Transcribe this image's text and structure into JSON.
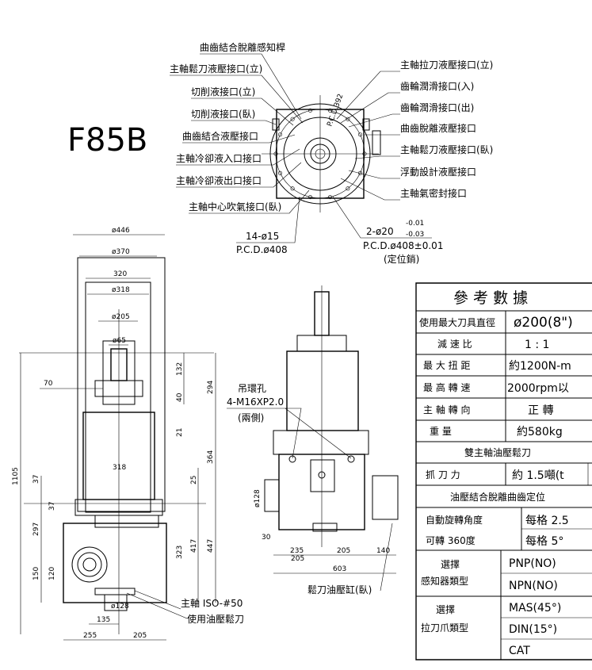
{
  "title": "F85B",
  "top_callouts_left": [
    "曲齒結合脫離感知桿",
    "主軸鬆刀液壓接口(立)",
    "切削液接口(立)",
    "切削液接口(臥)",
    "曲齒結合液壓接口",
    "主軸冷卻液入口接口",
    "主軸冷卻液出口接口",
    "主軸中心吹氣接口(臥)"
  ],
  "top_callouts_right": [
    "主軸拉刀液壓接口(立)",
    "齒輪潤滑接口(入)",
    "齒輪潤滑接口(出)",
    "曲齒脫離液壓接口",
    "主軸鬆刀液壓接口(臥)",
    "浮動設計液壓接口",
    "主軸氣密封接口"
  ],
  "pcd_rot": "P.C.D.392",
  "bolt_left": {
    "line1": "14-ø15",
    "line2": "P.C.D.ø408"
  },
  "bolt_right": {
    "line1": "2-ø20",
    "tol_upper": "-0.01",
    "tol_lower": "-0.03",
    "line2": "P.C.D.ø408±0.01",
    "line3": "(定位銷)"
  },
  "left_view_dims": {
    "top": [
      "ø446",
      "ø370",
      "320",
      "ø318",
      "ø205",
      "ø65"
    ],
    "vertical_right": [
      "132",
      "294",
      "40",
      "21",
      "364",
      "25",
      "417",
      "447",
      "323"
    ],
    "vertical_left": [
      "1105",
      "37",
      "37",
      "297",
      "150",
      "120"
    ],
    "misc": [
      "70",
      "318",
      "ø128",
      "135",
      "255",
      "205"
    ]
  },
  "left_view_notes": [
    "主軸 ISO-#50",
    "使用油壓鬆刀"
  ],
  "mid_view": {
    "hoist_label": "吊環孔",
    "hoist_spec": "4-M16XP2.0",
    "hoist_note": "(兩側)",
    "dims": [
      "ø128",
      "30",
      "235",
      "205",
      "205",
      "140",
      "603"
    ],
    "bottom_label": "鬆刀油壓缸(臥)"
  },
  "table": {
    "header": "參 考 數 據",
    "rows": [
      {
        "label": "使用最大刀具直徑",
        "value": "ø200(8\")"
      },
      {
        "label": "減 速 比",
        "value": "1 : 1"
      },
      {
        "label": "最 大 扭 距",
        "value": "約1200N-m"
      },
      {
        "label": "最 高 轉 速",
        "value": "2000rpm以"
      },
      {
        "label": "主 軸 轉 向",
        "value": "正 轉"
      },
      {
        "label": "重 量",
        "value": "約580kg"
      }
    ],
    "section1": "雙主軸油壓鬆刀",
    "grip_label": "抓 刀 力",
    "grip_value": "約 1.5噸(t",
    "section2": "油壓結合脫離曲齒定位",
    "auto_label1": "自動旋轉角度",
    "auto_label2": "可轉 360度",
    "auto_v1": "每格 2.5",
    "auto_v2": "每格 5°",
    "sensor_label1": "選擇",
    "sensor_label2": "感知器類型",
    "sensor_opts": [
      "PNP(NO)",
      "NPN(NO)"
    ],
    "pull_label1": "選擇",
    "pull_label2": "拉刀爪類型",
    "pull_opts": [
      "MAS(45°)",
      "DIN(15°)",
      "CAT"
    ]
  }
}
